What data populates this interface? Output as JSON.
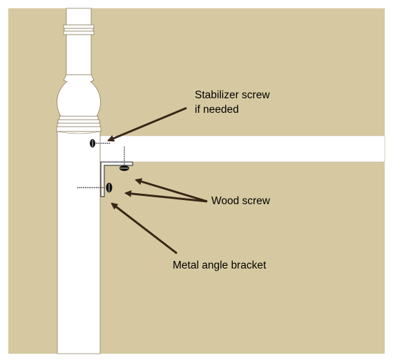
{
  "labels": {
    "stabilizer_line1": "Stabilizer screw",
    "stabilizer_line2": "if needed",
    "wood_screw": "Wood screw",
    "metal_bracket": "Metal angle bracket"
  },
  "colors": {
    "wall": "#d6c9a1",
    "wood": "#ffffff",
    "outline": "#8a7e60",
    "arrow": "#3a2518",
    "screw": "#333333"
  },
  "icons": [
    "screw-head-icon",
    "arrow-icon"
  ]
}
